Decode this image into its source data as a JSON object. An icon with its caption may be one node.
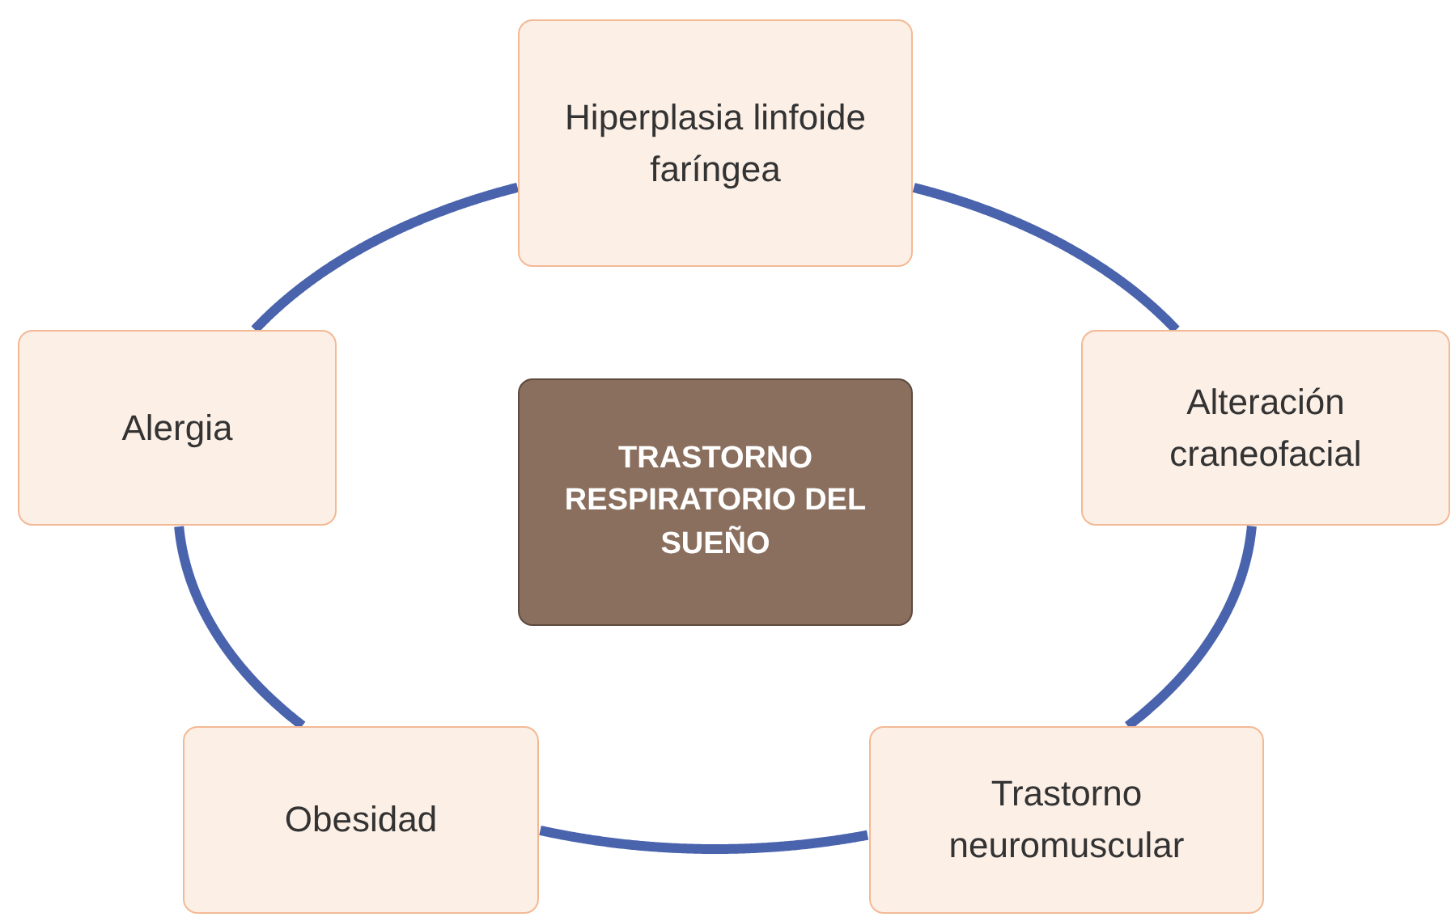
{
  "diagram": {
    "nodes": [
      {
        "text": [
          "Hiperplasia linfoide faríngea"
        ]
      },
      {
        "text": [
          "Alergia"
        ]
      },
      {
        "text": [
          "TRASTORNO RESPIRATORIO DEL SUEÑO"
        ]
      },
      {
        "text": [
          "Alteración craneofacial"
        ]
      },
      {
        "text": [
          "Obesidad"
        ]
      },
      {
        "text": [
          "Trastorno neuromuscular"
        ]
      }
    ],
    "edges": [
      {
        "from": 0,
        "to": 3,
        "arrow": "none"
      },
      {
        "from": 3,
        "to": 5,
        "arrow": "none"
      },
      {
        "from": 5,
        "to": 4,
        "arrow": "none"
      },
      {
        "from": 4,
        "to": 1,
        "arrow": "none"
      },
      {
        "from": 1,
        "to": 0,
        "arrow": "none"
      }
    ]
  }
}
